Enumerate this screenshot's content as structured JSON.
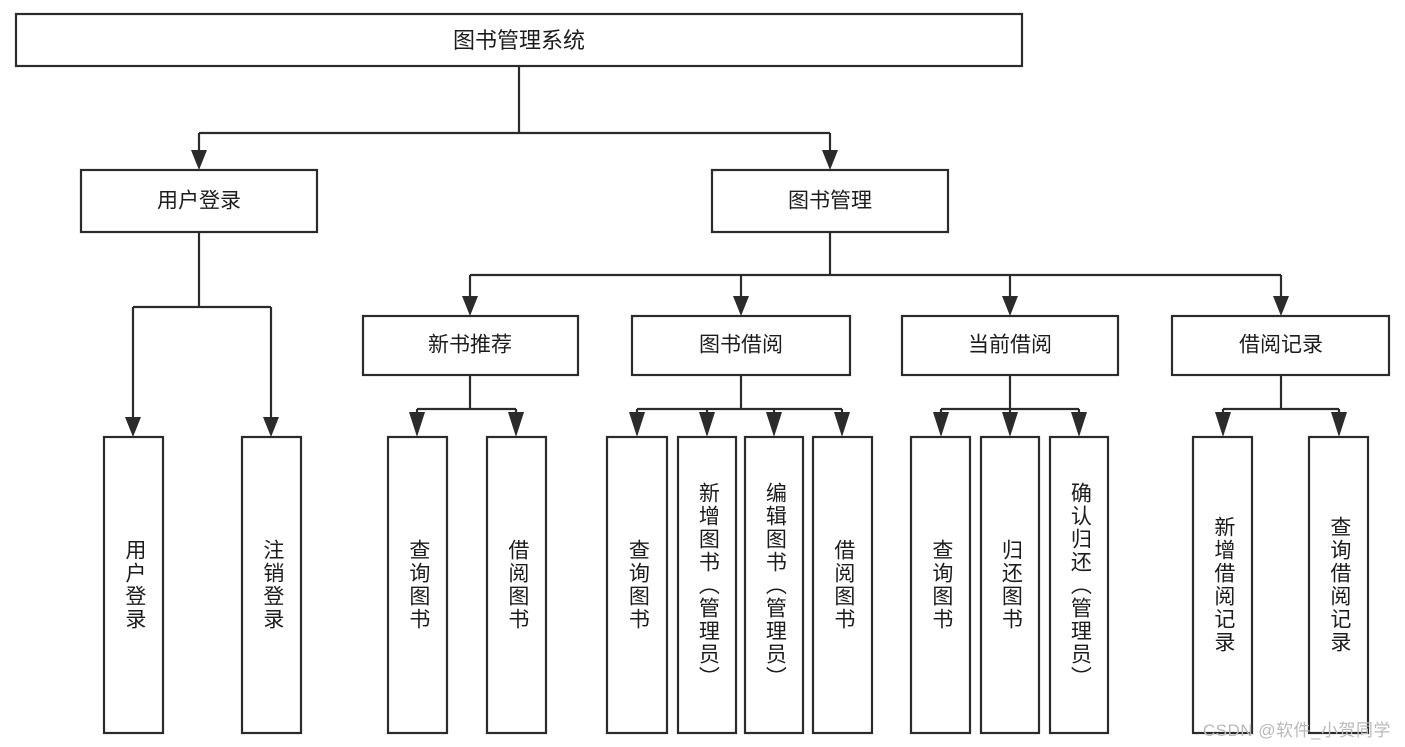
{
  "diagram": {
    "type": "tree",
    "title": "图书管理系统",
    "orientation": "top-down",
    "colors": {
      "box_fill": "#ffffff",
      "box_stroke": "#2b2b2b",
      "text": "#1c1c1c",
      "watermark": "#b9b9b9",
      "background": "#ffffff"
    },
    "root": {
      "label": "图书管理系统"
    },
    "level2": [
      {
        "label": "用户登录"
      },
      {
        "label": "图书管理"
      }
    ],
    "level3": [
      {
        "label": "新书推荐"
      },
      {
        "label": "图书借阅"
      },
      {
        "label": "当前借阅"
      },
      {
        "label": "借阅记录"
      }
    ],
    "leaves": {
      "user_login": [
        {
          "label": "用户登录"
        },
        {
          "label": "注销登录"
        }
      ],
      "new_book_recommend": [
        {
          "label": "查询图书"
        },
        {
          "label": "借阅图书"
        }
      ],
      "book_borrow": [
        {
          "label": "查询图书"
        },
        {
          "label": "新增图书（管理员）"
        },
        {
          "label": "编辑图书（管理员）"
        },
        {
          "label": "借阅图书"
        }
      ],
      "current_borrow": [
        {
          "label": "查询图书"
        },
        {
          "label": "归还图书"
        },
        {
          "label": "确认归还（管理员）"
        }
      ],
      "borrow_record": [
        {
          "label": "新增借阅记录"
        },
        {
          "label": "查询借阅记录"
        }
      ]
    }
  },
  "watermark": {
    "text": "CSDN @软件_小贺同学"
  }
}
